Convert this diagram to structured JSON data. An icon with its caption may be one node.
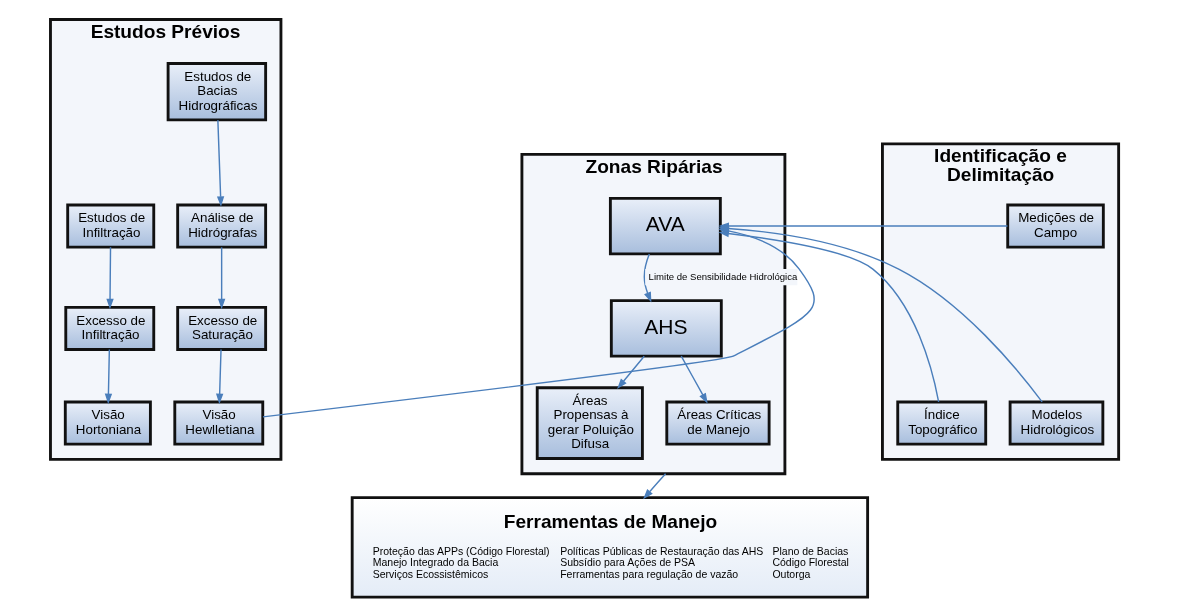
{
  "diagram": {
    "nodes": [
      {
        "text": [
          "Estudos Prévios"
        ]
      },
      {
        "text": [
          "Estudos de Infiltração"
        ],
        "in": 0
      },
      {
        "text": [
          "Estudos de Bacias Hidrográficas"
        ],
        "in": 0
      },
      {
        "text": [
          "Análise de Hidrógrafas"
        ],
        "in": 0
      },
      {
        "text": [
          "Excesso de Infiltração"
        ],
        "in": 0
      },
      {
        "text": [
          "Excesso de Saturação"
        ],
        "in": 0
      },
      {
        "text": [
          "Visão Hortoniana"
        ],
        "in": 0
      },
      {
        "text": [
          "Visão Hewlletiana"
        ],
        "in": 0
      },
      {
        "text": [
          "Zonas Ripárias"
        ]
      },
      {
        "text": [
          "AVA"
        ],
        "in": 8
      },
      {
        "text": [
          "AHS"
        ],
        "in": 8
      },
      {
        "text": [
          "Áreas Propensas à gerar Poluição Difusa"
        ],
        "in": 8
      },
      {
        "text": [
          "Áreas Críticas de Manejo"
        ],
        "in": 8
      },
      {
        "text": [
          "Identificação e Delimitação"
        ]
      },
      {
        "text": [
          "Medições de Campo"
        ],
        "in": 13
      },
      {
        "text": [
          "Índice Topográfico"
        ],
        "in": 13
      },
      {
        "text": [
          "Modelos Hidrológicos"
        ],
        "in": 13
      },
      {
        "text": [
          "Ferramentas de Manejo",
          "Proteção das APPs (Código Florestal)",
          "Manejo Integrado da Bacia",
          "Serviços Ecossistêmicos",
          "Políticas Públicas de Restauração das AHS",
          "Subsídio para Ações de PSA",
          "Ferramentas para regulação de vazão",
          "Plano de Bacias",
          "Código Florestal",
          "Outorga"
        ]
      }
    ],
    "edges": [
      {
        "from": 1,
        "to": 4,
        "arrow": "to"
      },
      {
        "from": 4,
        "to": 6,
        "arrow": "to"
      },
      {
        "from": 2,
        "to": 3,
        "arrow": "to"
      },
      {
        "from": 3,
        "to": 5,
        "arrow": "to"
      },
      {
        "from": 5,
        "to": 7,
        "arrow": "to"
      },
      {
        "from": 7,
        "to": 9,
        "arrow": "to"
      },
      {
        "from": 9,
        "to": 10,
        "arrow": "to",
        "label": "Limite de Sensibilidade Hidrológica"
      },
      {
        "from": 10,
        "to": 11,
        "arrow": "to"
      },
      {
        "from": 10,
        "to": 12,
        "arrow": "to"
      },
      {
        "from": 14,
        "to": 9,
        "arrow": "to"
      },
      {
        "from": 15,
        "to": 9,
        "arrow": "to"
      },
      {
        "from": 16,
        "to": 9,
        "arrow": "to"
      },
      {
        "from": 8,
        "to": 17,
        "arrow": "to"
      }
    ]
  }
}
